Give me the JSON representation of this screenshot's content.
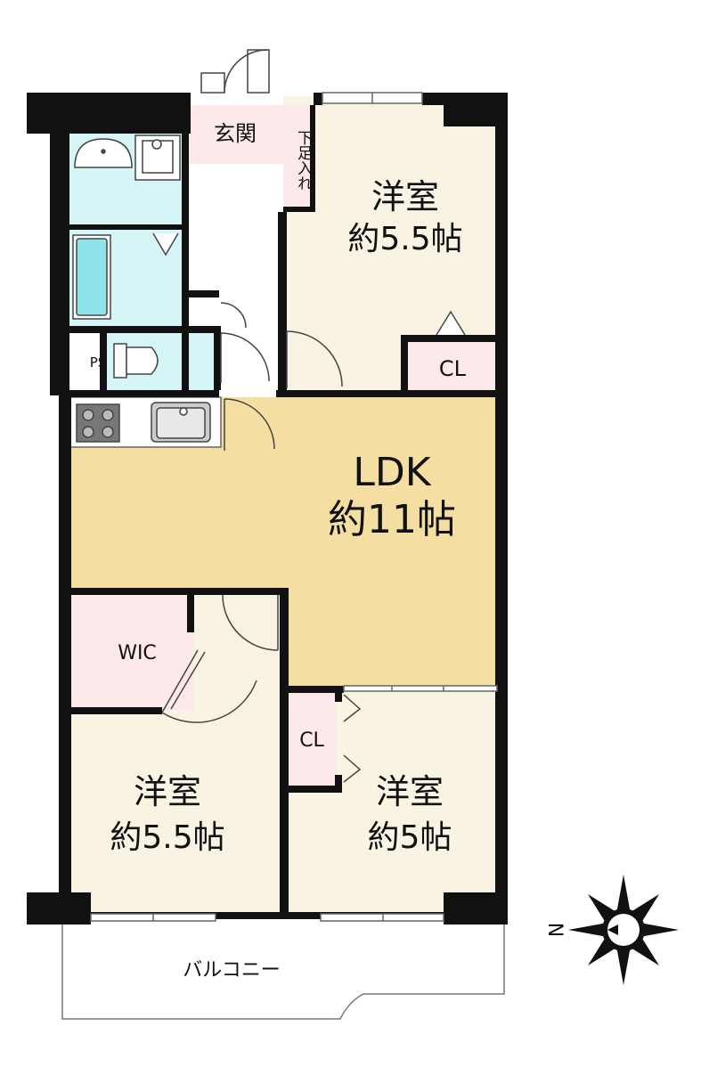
{
  "rooms": {
    "entrance": "玄関",
    "shoe_closet": "下足入れ",
    "western_nw_name": "洋室",
    "western_nw_size": "約5.5帖",
    "closet_nw": "CL",
    "ps": "PS",
    "ldk_name": "LDK",
    "ldk_size": "約11帖",
    "wic": "WIC",
    "closet_sw": "CL",
    "western_sw_name": "洋室",
    "western_sw_size": "約5.5帖",
    "western_se_name": "洋室",
    "western_se_size": "約5帖",
    "balcony": "バルコニー"
  },
  "compass": {
    "label": "N",
    "icon": "compass-rose-icon"
  },
  "colors": {
    "wall": "#111111",
    "western_room": "#f9f3e4",
    "ldk": "#f5dea2",
    "entrance": "#fde9ea",
    "wic": "#fde9ea",
    "wet_area": "#d6f5f6",
    "bathtub": "#8fe3ea",
    "hall": "#ffffff"
  }
}
